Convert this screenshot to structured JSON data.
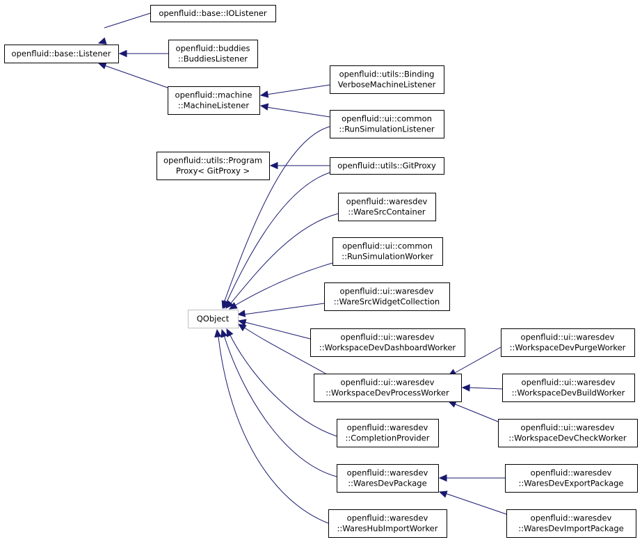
{
  "nodes": {
    "listener": [
      "openfluid::base::Listener"
    ],
    "iolistener": [
      "openfluid::base::IOListener"
    ],
    "buddies": [
      "openfluid::buddies",
      "::BuddiesListener"
    ],
    "machine": [
      "openfluid::machine",
      "::MachineListener"
    ],
    "binding": [
      "openfluid::utils::Binding",
      "VerboseMachineListener"
    ],
    "runsimlistener": [
      "openfluid::ui::common",
      "::RunSimulationListener"
    ],
    "progproxy": [
      "openfluid::utils::Program",
      "Proxy< GitProxy >"
    ],
    "gitproxy": [
      "openfluid::utils::GitProxy"
    ],
    "qobject": [
      "QObject"
    ],
    "waresrccontainer": [
      "openfluid::waresdev",
      "::WareSrcContainer"
    ],
    "runsimworker": [
      "openfluid::ui::common",
      "::RunSimulationWorker"
    ],
    "waresrcwidget": [
      "openfluid::ui::waresdev",
      "::WareSrcWidgetCollection"
    ],
    "dashboard": [
      "openfluid::ui::waresdev",
      "::WorkspaceDevDashboardWorker"
    ],
    "purge": [
      "openfluid::ui::waresdev",
      "::WorkspaceDevPurgeWorker"
    ],
    "process": [
      "openfluid::ui::waresdev",
      "::WorkspaceDevProcessWorker"
    ],
    "build": [
      "openfluid::ui::waresdev",
      "::WorkspaceDevBuildWorker"
    ],
    "completion": [
      "openfluid::waresdev",
      "::CompletionProvider"
    ],
    "check": [
      "openfluid::ui::waresdev",
      "::WorkspaceDevCheckWorker"
    ],
    "package": [
      "openfluid::waresdev",
      "::WaresDevPackage"
    ],
    "export": [
      "openfluid::waresdev",
      "::WaresDevExportPackage"
    ],
    "hubimport": [
      "openfluid::waresdev",
      "::WaresHubImportWorker"
    ],
    "import": [
      "openfluid::waresdev",
      "::WaresDevImportPackage"
    ]
  }
}
